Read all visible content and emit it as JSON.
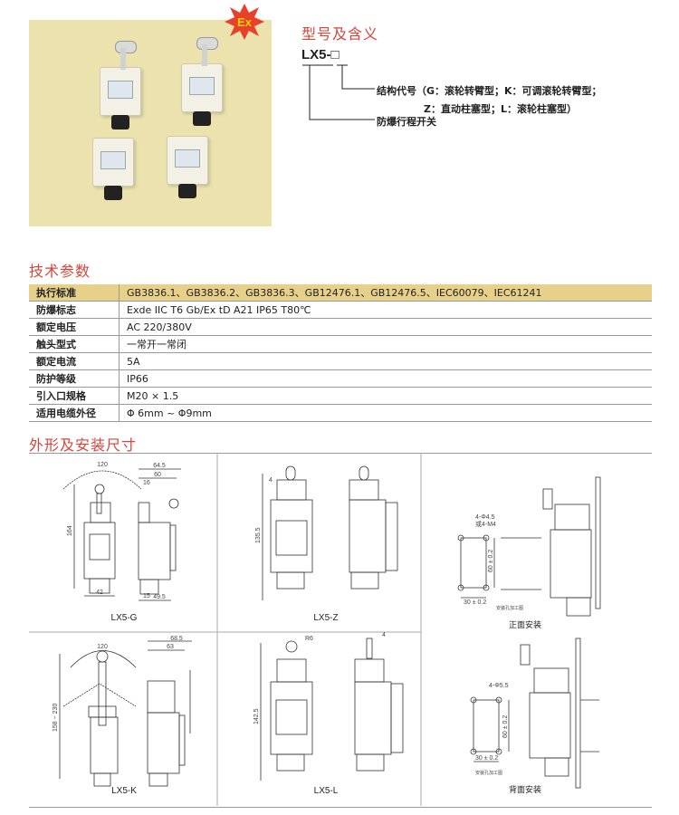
{
  "badge": {
    "text": "Ex"
  },
  "meaning": {
    "title": "型号及含义",
    "model": "LX5-□",
    "struct_line1": "结构代号（G：滚轮转臂型；K：可调滚轮转臂型；",
    "struct_line2": "Z：直动柱塞型；L：滚轮柱塞型）",
    "type_label": "防爆行程开关"
  },
  "specs": {
    "title": "技术参数",
    "rows": [
      {
        "k": "执行标准",
        "v": "GB3836.1、GB3836.2、GB3836.3、GB12476.1、GB12476.5、IEC60079、IEC61241"
      },
      {
        "k": "防爆标志",
        "v": "Exde IIC T6 Gb/Ex tD A21 IP65 T80℃"
      },
      {
        "k": "额定电压",
        "v": "AC 220/380V"
      },
      {
        "k": "触头型式",
        "v": "一常开一常闭"
      },
      {
        "k": "额定电流",
        "v": "5A"
      },
      {
        "k": "防护等级",
        "v": "IP66"
      },
      {
        "k": "引入口规格",
        "v": "M20 × 1.5"
      },
      {
        "k": "适用电缆外径",
        "v": "Φ 6mm ~ Φ9mm"
      }
    ]
  },
  "drawings": {
    "title": "外形及安装尺寸",
    "g": {
      "caption": "LX5-G",
      "d1": "120",
      "d2": "64.5",
      "d3": "60",
      "d4": "16",
      "d5": "164",
      "d6": "42",
      "d7": "15",
      "d8": "49.5"
    },
    "z": {
      "caption": "LX5-Z",
      "d1": "4",
      "d2": "135.5"
    },
    "k": {
      "caption": "LX5-K",
      "d1": "120",
      "d2": "68.5",
      "d3": "63",
      "d4": "158 ~ 230"
    },
    "l": {
      "caption": "LX5-L",
      "d1": "R6",
      "d2": "4",
      "d3": "142.5"
    },
    "front": {
      "caption": "正面安装",
      "hole1": "4-Φ4.5",
      "hole2": "或4-M4",
      "h": "60 ± 0.2",
      "w": "30 ± 0.2",
      "note": "安装孔加工图"
    },
    "back": {
      "caption": "背面安装",
      "hole1": "4-Φ5.5",
      "h": "60 ± 0.2",
      "w": "30 ± 0.2",
      "note": "安装孔加工图"
    }
  }
}
